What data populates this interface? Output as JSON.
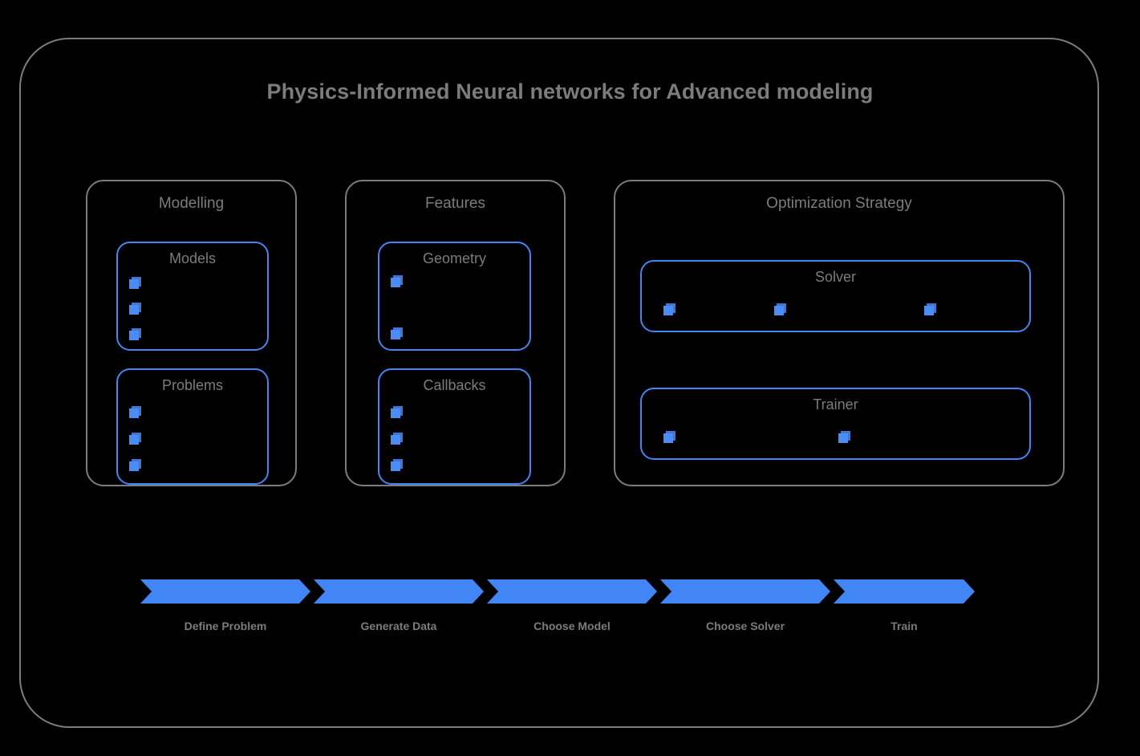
{
  "diagram": {
    "title": "Physics-Informed Neural networks for Advanced modeling",
    "background_color": "#000000",
    "frame_color": "#7c7c7c",
    "accent_color": "#4285f4",
    "text_color": "#7c7c7c"
  },
  "groups": [
    {
      "id": "modelling",
      "title": "Modelling",
      "boxes": [
        {
          "id": "models",
          "title": "Models",
          "item_count": 3,
          "layout": "vertical"
        },
        {
          "id": "problems",
          "title": "Problems",
          "item_count": 3,
          "layout": "vertical"
        }
      ]
    },
    {
      "id": "features",
      "title": "Features",
      "boxes": [
        {
          "id": "geometry",
          "title": "Geometry",
          "item_count": 2,
          "layout": "vertical"
        },
        {
          "id": "callbacks",
          "title": "Callbacks",
          "item_count": 3,
          "layout": "vertical"
        }
      ]
    },
    {
      "id": "optimization",
      "title": "Optimization Strategy",
      "boxes": [
        {
          "id": "solver",
          "title": "Solver",
          "item_count": 3,
          "layout": "horizontal"
        },
        {
          "id": "trainer",
          "title": "Trainer",
          "item_count": 2,
          "layout": "horizontal"
        }
      ]
    }
  ],
  "pipeline": {
    "steps": [
      {
        "label": "Define Problem"
      },
      {
        "label": "Generate Data"
      },
      {
        "label": "Choose Model"
      },
      {
        "label": "Choose Solver"
      },
      {
        "label": "Train"
      }
    ]
  },
  "icons": {
    "item_marker": "cube-icon"
  }
}
